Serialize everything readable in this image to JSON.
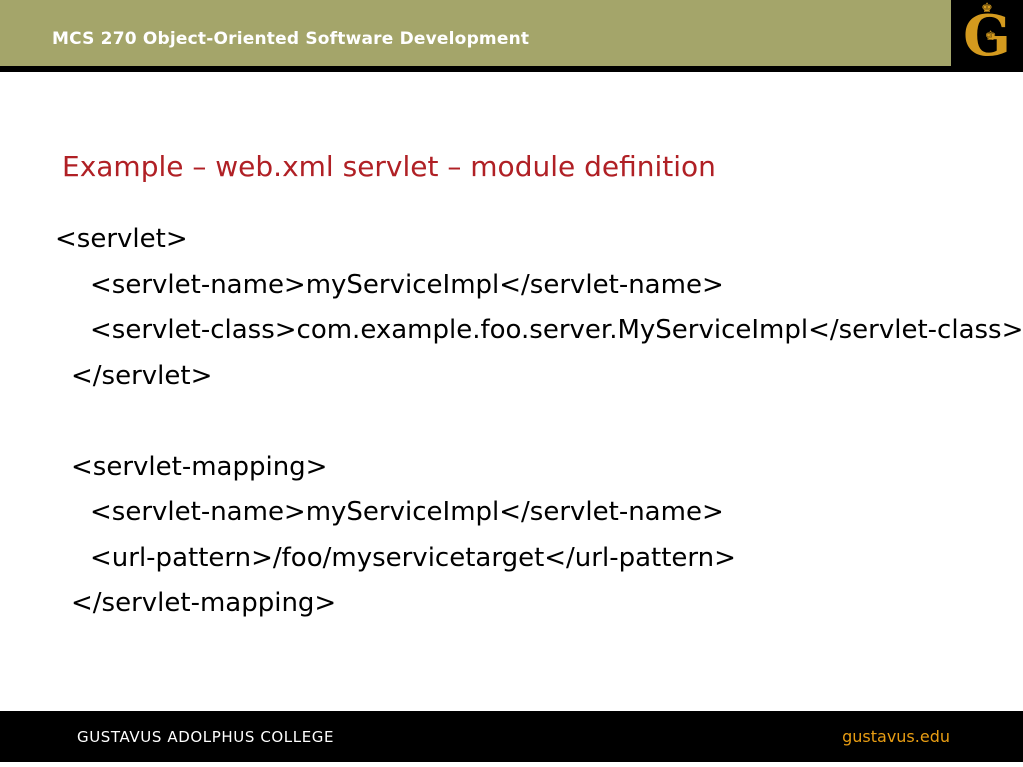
{
  "header": {
    "course": "MCS 270 Object-Oriented Software Development",
    "logo_letter": "G",
    "logo_crown": "♚"
  },
  "slide": {
    "title": "Example – web.xml servlet – module definition",
    "code_lines": [
      {
        "indent": 0,
        "text": "<servlet>"
      },
      {
        "indent": 2,
        "text": "<servlet-name>myServiceImpl</servlet-name>"
      },
      {
        "indent": 2,
        "text": "<servlet-class>com.example.foo.server.MyServiceImpl</servlet-class>"
      },
      {
        "indent": 1,
        "text": "</servlet>"
      },
      {
        "indent": 0,
        "text": ""
      },
      {
        "indent": 1,
        "text": "<servlet-mapping>"
      },
      {
        "indent": 2,
        "text": "<servlet-name>myServiceImpl</servlet-name>"
      },
      {
        "indent": 2,
        "text": "<url-pattern>/foo/myservicetarget</url-pattern>"
      },
      {
        "indent": 1,
        "text": "</servlet-mapping>"
      }
    ]
  },
  "footer": {
    "college": "GUSTAVUS ADOLPHUS COLLEGE",
    "website": "gustavus.edu"
  },
  "colors": {
    "header_bg": "#a4a56a",
    "title_red": "#b02025",
    "footer_bg": "#000000",
    "website_gold": "#e89d13",
    "logo_gold": "#d49a1e"
  }
}
